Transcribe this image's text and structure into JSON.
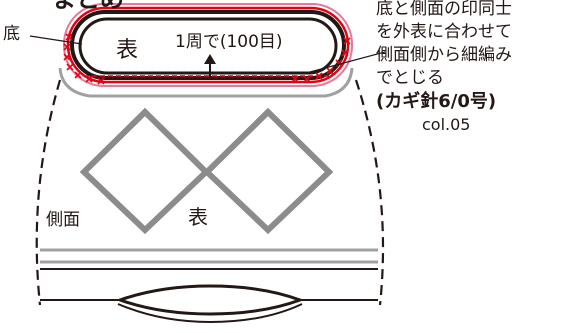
{
  "title_fragment": "まとめ",
  "labels": {
    "bottom": "底",
    "front_top": "表",
    "round": "1周で(100目)",
    "side": "側面",
    "front_side": "表"
  },
  "note": {
    "line1": "底と側面の印同士",
    "line2": "を外表に合わせて",
    "line3": "側面側から細編み",
    "line4": "でとじる",
    "hook": "(カギ針6/0号)",
    "color": "col.05"
  },
  "colors": {
    "ink": "#231815",
    "gray": "#a0a0a0",
    "red": "#e60012",
    "pink": "#e8779a"
  }
}
